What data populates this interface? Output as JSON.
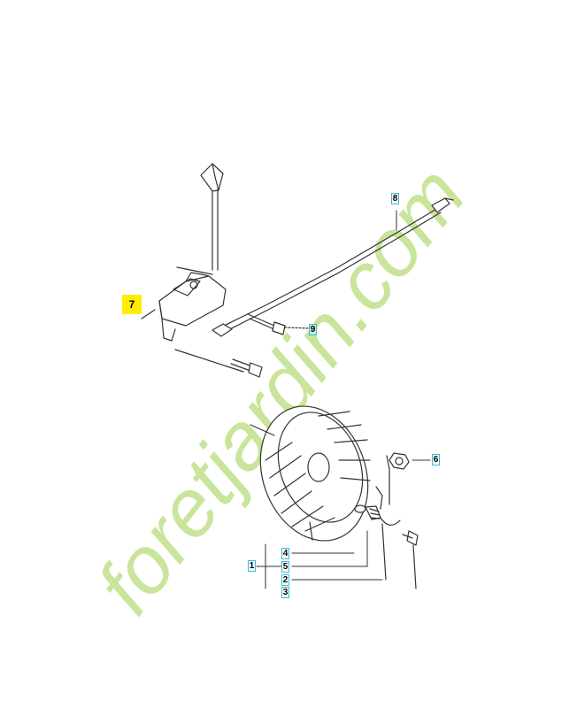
{
  "watermark": {
    "text": "foretjardin.com",
    "color": "#b7dc7a"
  },
  "callouts": {
    "c7": "7",
    "c8": "8",
    "c9": "9",
    "c6": "6",
    "c4": "4",
    "c1": "1",
    "c5": "5",
    "c2": "2",
    "c3": "3"
  },
  "colors": {
    "callout_border": "#3fb8d8",
    "highlight": "#ffee00",
    "line": "#333333"
  }
}
